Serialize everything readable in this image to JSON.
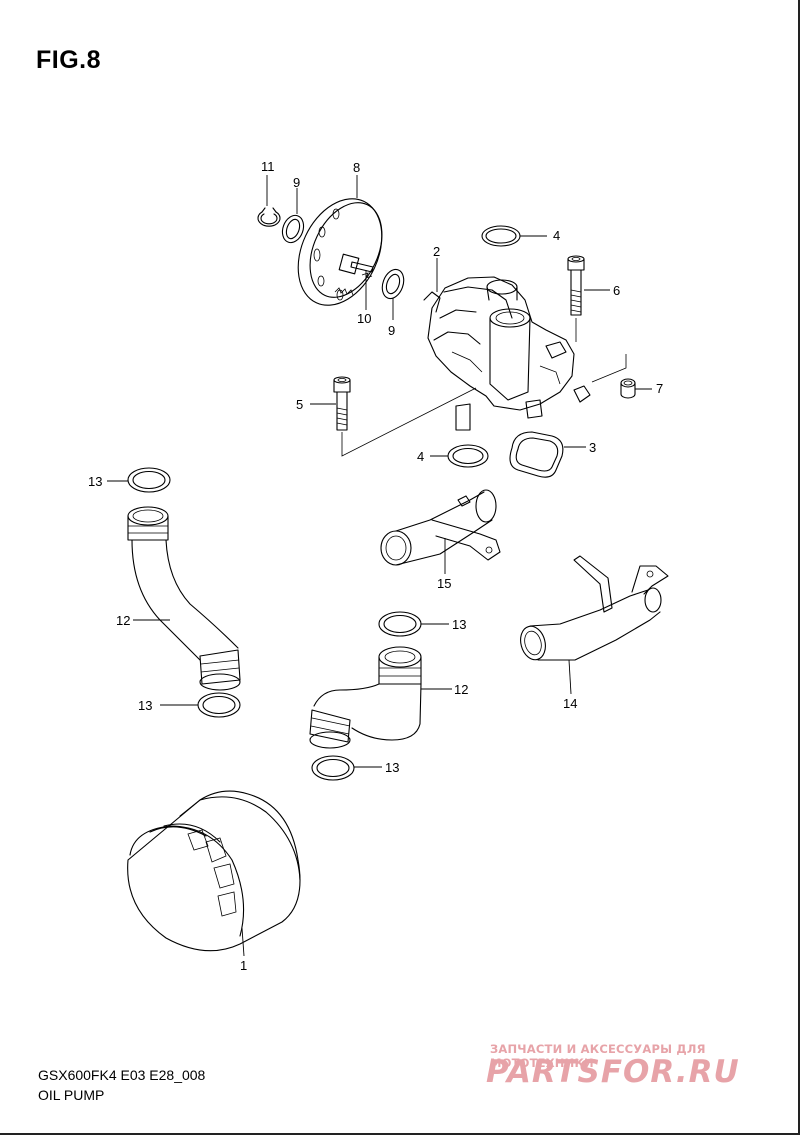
{
  "figure": {
    "title": "FIG.8",
    "model_code": "GSX600FK4 E03 E28_008",
    "caption": "OIL PUMP"
  },
  "callouts": {
    "c1": "1",
    "c2": "2",
    "c3": "3",
    "c4a": "4",
    "c4b": "4",
    "c5": "5",
    "c6": "6",
    "c7": "7",
    "c8": "8",
    "c9a": "9",
    "c9b": "9",
    "c10": "10",
    "c11": "11",
    "c12a": "12",
    "c12b": "12",
    "c13a": "13",
    "c13b": "13",
    "c13c": "13",
    "c13d": "13",
    "c14": "14",
    "c15": "15"
  },
  "watermark": {
    "tagline": "ЗАПЧАСТИ И АКСЕССУАРЫ ДЛЯ МОТОТЕХНИКИ",
    "logo_text": "PARTSFOR.RU",
    "color": "#e7a3a8"
  }
}
